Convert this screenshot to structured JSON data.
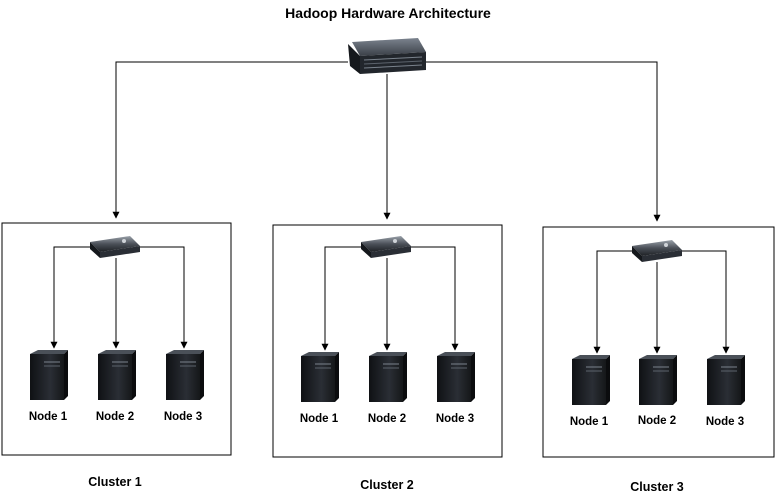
{
  "title": "Hadoop Hardware Architecture",
  "clusters": [
    {
      "label": "Cluster 1",
      "nodes": [
        "Node 1",
        "Node 2",
        "Node 3"
      ]
    },
    {
      "label": "Cluster 2",
      "nodes": [
        "Node 1",
        "Node 2",
        "Node 3"
      ]
    },
    {
      "label": "Cluster 3",
      "nodes": [
        "Node 1",
        "Node 2",
        "Node 3"
      ]
    }
  ],
  "icons": {
    "master": "rack-server-icon",
    "switch": "network-switch-icon",
    "node": "tower-server-icon"
  },
  "colors": {
    "line": "#000000",
    "server_body": "#1c1f24",
    "server_highlight": "#6d7580"
  }
}
